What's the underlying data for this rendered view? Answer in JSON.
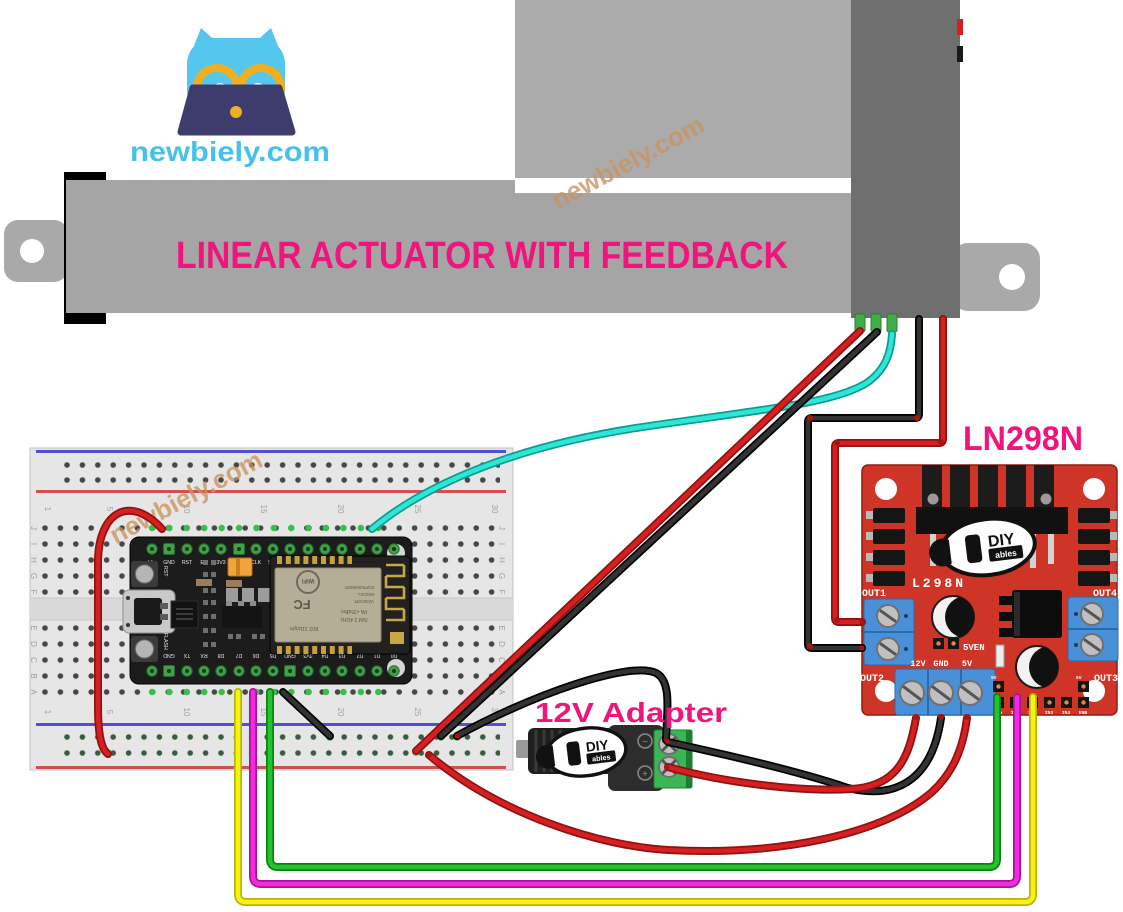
{
  "logo": {
    "text": "newbiely.com"
  },
  "watermarks": {
    "breadboard": "newbiely.com",
    "actuator": "newbiely.com"
  },
  "actuator": {
    "label": "LINEAR ACTUATOR WITH FEEDBACK"
  },
  "adapter": {
    "label": "12V Adapter",
    "brand_top": "DIY",
    "brand_bottom": "ables",
    "minus": "−",
    "plus": "+"
  },
  "driver": {
    "title": "LN298N",
    "silkscreen": "L298N",
    "brand_top": "DIY",
    "brand_bottom": "ables",
    "out1": "OUT1",
    "out2": "OUT2",
    "out3": "OUT3",
    "out4": "OUT4",
    "power_labels": [
      "12V",
      "GND",
      "5V"
    ],
    "jumper_label": "5VEN",
    "pin_5v_left": "5V",
    "pin_5v_right": "5V",
    "header_pins": [
      "ENA",
      "IN1",
      "IN2",
      "IN3",
      "IN4",
      "ENB"
    ]
  },
  "nodemcu": {
    "top_pins": [
      "Vin",
      "GND",
      "RST",
      "EN",
      "3V3",
      "GND",
      "CLK",
      "SD0",
      "CMD",
      "SD1",
      "SD2",
      "SD3",
      "RSV",
      "RSV",
      "A0"
    ],
    "bottom_pins": [
      "3V3",
      "GND",
      "TX",
      "RX",
      "D8",
      "D7",
      "D6",
      "D5",
      "GND",
      "3V3",
      "D4",
      "D3",
      "D2",
      "D1",
      "D0"
    ],
    "rst_label": "RST",
    "flash_label": "FLASH",
    "esp": {
      "spec1": "802.11b/g/n",
      "spec2": "ISM 2.4GHz",
      "spec3": "PA +25dBm",
      "fcc": "FC",
      "vendor": "VENDOR:",
      "model": "MODEL:",
      "part": "ESP8266MOD",
      "wifi": "WiFi"
    }
  },
  "breadboard": {
    "row_letters": [
      "J",
      "I",
      "H",
      "G",
      "F",
      "E",
      "D",
      "C",
      "B",
      "A"
    ],
    "col_numbers": [
      "1",
      "5",
      "10",
      "15",
      "20",
      "25",
      "30"
    ]
  },
  "colors": {
    "accent_pink": "#f0147c",
    "logo_blue": "#45c1ea",
    "watermark_tan": "#c9935f",
    "pcb_red": "#cf3526",
    "terminal_blue": "#4a90d9",
    "terminal_green": "#3cb554",
    "wire_red": "#d42020",
    "wire_black": "#333333",
    "wire_cyan": "#2ee6d6",
    "wire_yellow": "#f6f310",
    "wire_magenta": "#f32be0",
    "wire_green": "#22c32c"
  }
}
